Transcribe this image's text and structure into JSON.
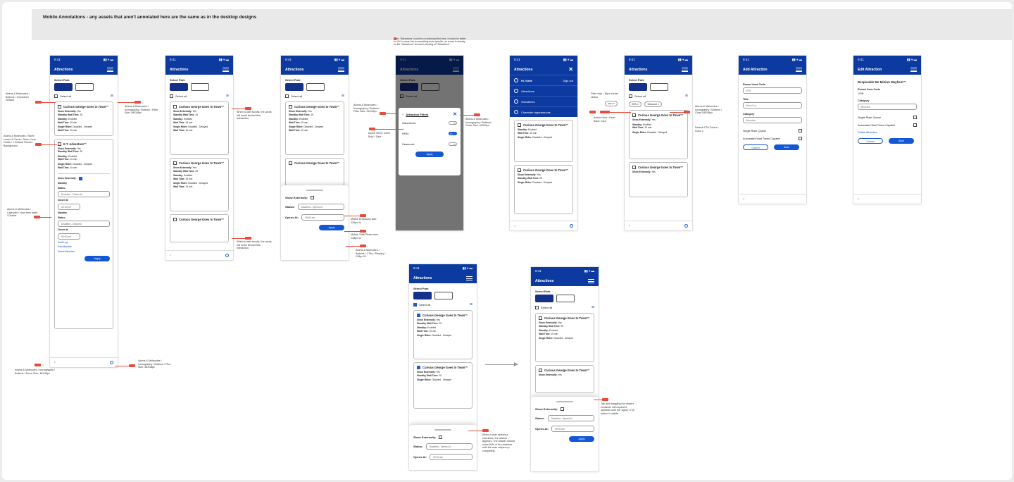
{
  "header": "Mobile Annotations - any assets that aren't annotated here are the same as in the desktop designs",
  "common": {
    "time": "9:41",
    "app_title": "Attractions",
    "select_park": "Select Park",
    "select_all": "Select all",
    "show_externally_label": "Show Externally:",
    "show_externally_val": "Yes",
    "standby_wait_label": "Standby Wait Time:",
    "standby_wait_val": "25",
    "standby_label": "Standby:",
    "standby_val": "Enabled",
    "wait_time_label": "Wait Time:",
    "wait_time_val": "15 min",
    "single_rider_label": "Single Rider:",
    "single_rider_val": "Disabled - Delayed",
    "status_label": "Status:",
    "status_val": "Disabled - Opens At",
    "opens_at_label": "Opens At:",
    "opens_at_val": "09:00 am",
    "apply": "Apply"
  },
  "cards": {
    "curious": "Curious George Goes to Town™",
    "et": "E.T. Adventure™"
  },
  "screen1_expanded": {
    "standby": "Standby",
    "status": "Status:",
    "status_val": "Enabled - Closes At",
    "closes_at": "Closes at",
    "closes_val": "09:00 pm",
    "standby2": "Standby",
    "status2_val": "Disabled - Delayed",
    "audit_log": "Audit Log",
    "edit_attraction": "Edit Attraction",
    "delete_attraction": "Delete Attraction"
  },
  "filters_modal": {
    "title": "Attraction Filters",
    "rows": [
      {
        "label": "Attractions:",
        "state": "Off"
      },
      {
        "label": "HHN:",
        "state": "On"
      },
      {
        "label": "Seasonal:",
        "state": "Off"
      }
    ],
    "apply": "Apply"
  },
  "menu": {
    "greeting": "Hi, Katie",
    "sign_out": "Sign out",
    "items": [
      "Attractions",
      "Showtimes",
      "Character appearances"
    ]
  },
  "chips": {
    "items": [
      "HHN",
      "Seasonal"
    ]
  },
  "add_form": {
    "title": "Add Attraction",
    "resort_area_code": "Resort Area Code",
    "resort_val": "UOR",
    "title_label": "Title",
    "title_val": "Mario Fun",
    "category": "Category",
    "category_val": "Attraction",
    "single_rider": "Single Rider Queue",
    "automated": "Automated Wait Times Capable",
    "cancel": "Cancel",
    "save": "Save"
  },
  "edit_form": {
    "title": "Edit Attraction",
    "name": "Despicable Me Minion Mayhem™",
    "resort_area_code": "Resort Area Code",
    "resort_val": "UOR",
    "category": "Category",
    "category_val": "Attraction",
    "single_rider": "Single Rider Queue",
    "automated": "Automated Wait Times Capable",
    "delete": "Delete Attraction",
    "cancel": "Cancel",
    "save": "Save"
  },
  "notes": {
    "n1": "Atoms & Molecules / Buttons / Checkbox/ Default",
    "n2": "Atoms & Molecules / Swim Lanes & Cards / Swim Lane Cards / 1 Default Theme / Background",
    "n3": "Atoms & Molecules / Calendar / Hour time label / Divider",
    "n4": "Atoms & Molecules / Iconography / Buttons / Arrow Size: 48X48px",
    "n5": "Atoms & Molecules / Iconography / Buttons / Plus Size: 48X48px",
    "n6": "Atoms & Molecules / Iconography / Buttons / Filter Size: 48X48px",
    "n7": "When a user scrolls, the cards will scroll behind this interaction.",
    "n8": "When a user scrolls, the cards will scroll behind this interaction.",
    "n9": "Atoms & Molecules / Iconography / Buttons / Filter Size: 24X24px",
    "n10": "Avenir Next / Demi Bold / 16px",
    "n11": "Mobile Dropdown size: 235px W",
    "n12": "Mobile Time Picker size: 235px W",
    "n13": "Atoms & Molecules / Buttons / CTAs / Primary / 138px W",
    "n14": "Note: \"Attractions\" could be a confusing filter here. It would be better for UX to name this to something more specific, as a user is already on the \"Attractions\" list and is viewing all \"Attractions\"",
    "n15": "Atoms & Molecules / Iconography / Buttons / Close Size: 40X40px",
    "n16": "Filter chip - 16px border radius",
    "n17": "Avenir Next / Demi Bold / 12pt",
    "n18": "Atoms & Molecules / Iconography / Buttons / Close 08X08px",
    "n19": "Default CTA Colors / Color 1",
    "n20": "When a user selects a checkbox, the drawer appears. The drawer should show 50% of its container until the user swipes up completely.",
    "n21": "Tap and dragging the drawer container will expand it upwards until the 'Apply' CTA button is visible."
  }
}
